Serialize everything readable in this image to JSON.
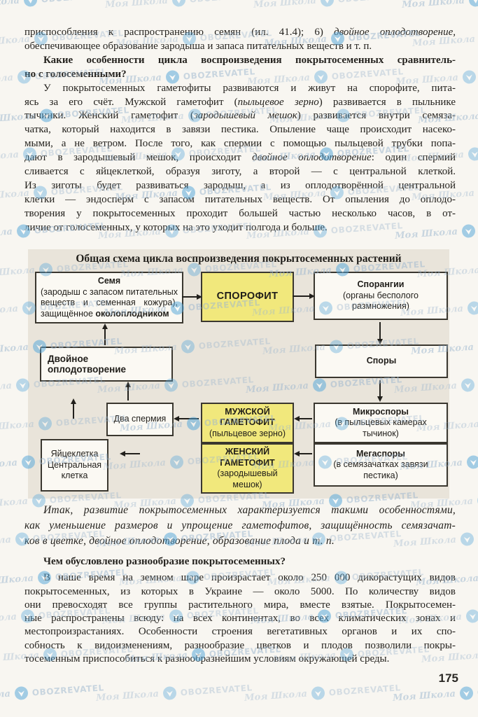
{
  "page": {
    "number": "175"
  },
  "watermark": {
    "school": "Моя Школа",
    "brand": "OBOZREVATEL"
  },
  "content": {
    "para1_lines": [
      "приспособления к распространению семян (ил. 41.4); 6) *двойное оплодотворение,*",
      "обеспечивающее образование зародыша и запаса питательных веществ и т. п."
    ],
    "q1_lines": [
      "Какие особенности цикла воспроизведения покрытосеменных сравнитель-",
      "но с голосеменными?"
    ],
    "para2_lines": [
      "У покрытосеменных гаметофиты развиваются и живут на спорофите, пита-",
      "ясь за его счёт. Мужской гаметофит (*пыльцевое зерно*) развивается в пыльнике",
      "тычинки. Женский гаметофит (*зародышевый мешок*) развивается внутри семяза-",
      "чатка, который находится в завязи пестика. Опыление чаще происходит насеко-",
      "мыми, а не ветром. После того, как спермии с помощью пыльцевой трубки попа-",
      "дают в зародышевый мешок, происходит *двойное оплодотворение*: один спермий",
      "сливается с яйцеклеткой, образуя зиготу, а второй — с центральной клеткой.",
      "Из зиготы будет развиваться зародыш, а из оплодотворённой центральной",
      "клетки — эндосперм с запасом питательных веществ. От опыления до оплодо-",
      "творения у покрытосеменных проходит большей частью несколько часов, в от-",
      "личие от голосеменных, у которых на это уходит полгода и больше."
    ],
    "summary_lines": [
      "Итак, развитие покрытосеменных характеризуется такими особенностями,",
      "как уменьшение размеров и упрощение гаметофитов, защищённость семязачат-",
      "ков в цветке, двойное оплодотворение, образование плода и т. п."
    ],
    "q2": "Чем обусловлено разнообразие покрытосеменных?",
    "para3_lines": [
      "В наше время на земном шаре произрастает около 250 000 дикорастущих видов",
      "покрытосеменных, из которых в Украине — около 5000. По количеству видов",
      "они превосходят все группы растительного мира, вместе взятые. Покрытосемен-",
      "ные распространены всюду: на всех континентах, во всех климатических зонах и",
      "местопроизрастаниях. Особенности строения вегетативных органов и их спо-",
      "собность к видоизменениям, разнообразие цветков и плодов позволили покры-",
      "тосеменным приспособиться к разнообразнейшим условиям окружающей среды."
    ]
  },
  "diagram": {
    "title": "Общая схема цикла воспроизведения покрытосеменных растений",
    "seed": {
      "name": "Семя",
      "l1": "(зародыш с запасом питательных",
      "l2": "веществ и семенная кожура),",
      "l3": "защищённое **околоплодником**"
    },
    "sporophyte": {
      "name": "СПОРОФИТ"
    },
    "sporangia": {
      "name": "Спорангии",
      "l1": "(органы бесполого",
      "l2": "размножения)"
    },
    "double_fert": {
      "name": "Двойное оплодотворение"
    },
    "spores": {
      "name": "Споры"
    },
    "two_sperm": {
      "name": "Два спермия"
    },
    "male_gametophyte": {
      "l1": "МУЖСКОЙ",
      "l2": "ГАМЕТОФИТ",
      "l3": "(пыльцевое зерно)"
    },
    "microspores": {
      "name": "Микроспоры",
      "l1": "(в пыльцевых камерах",
      "l2": "тычинок)"
    },
    "egg": {
      "l1": "Яйцеклетка",
      "l2": "Центральная",
      "l3": "клетка"
    },
    "female_gametophyte": {
      "l1": "ЖЕНСКИЙ",
      "l2": "ГАМЕТОФИТ",
      "l3": "(зародышевый",
      "l4": "мешок)"
    },
    "megaspores": {
      "name": "Мегаспоры",
      "l1": "(в семязачатках завязи",
      "l2": "пестика)"
    }
  },
  "colors": {
    "page_bg": "#f8f6f1",
    "diagram_bg": "#e9e4da",
    "box_bg": "#fbf9f3",
    "box_yellow": "#f1e87c",
    "border": "#3a372f",
    "text": "#24221e",
    "watermark_text": "#9db7cf",
    "watermark_icon": "#55a7da"
  }
}
